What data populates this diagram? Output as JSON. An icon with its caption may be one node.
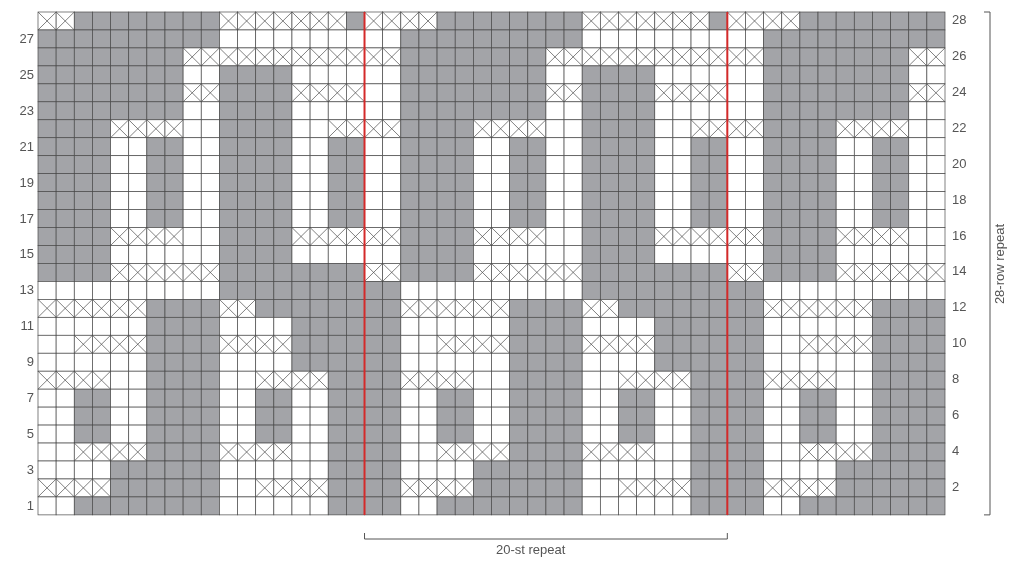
{
  "diagram": {
    "labels": [
      "28",
      "27",
      "26",
      "25",
      "24",
      "23",
      "22",
      "21",
      "20",
      "19",
      "18",
      "17",
      "16",
      "15",
      "14",
      "13",
      "12",
      "11",
      "10",
      "9",
      "8",
      "7",
      "6",
      "5",
      "4",
      "3",
      "2",
      "1",
      "20-st repeat",
      "28-row repeat"
    ]
  }
}
